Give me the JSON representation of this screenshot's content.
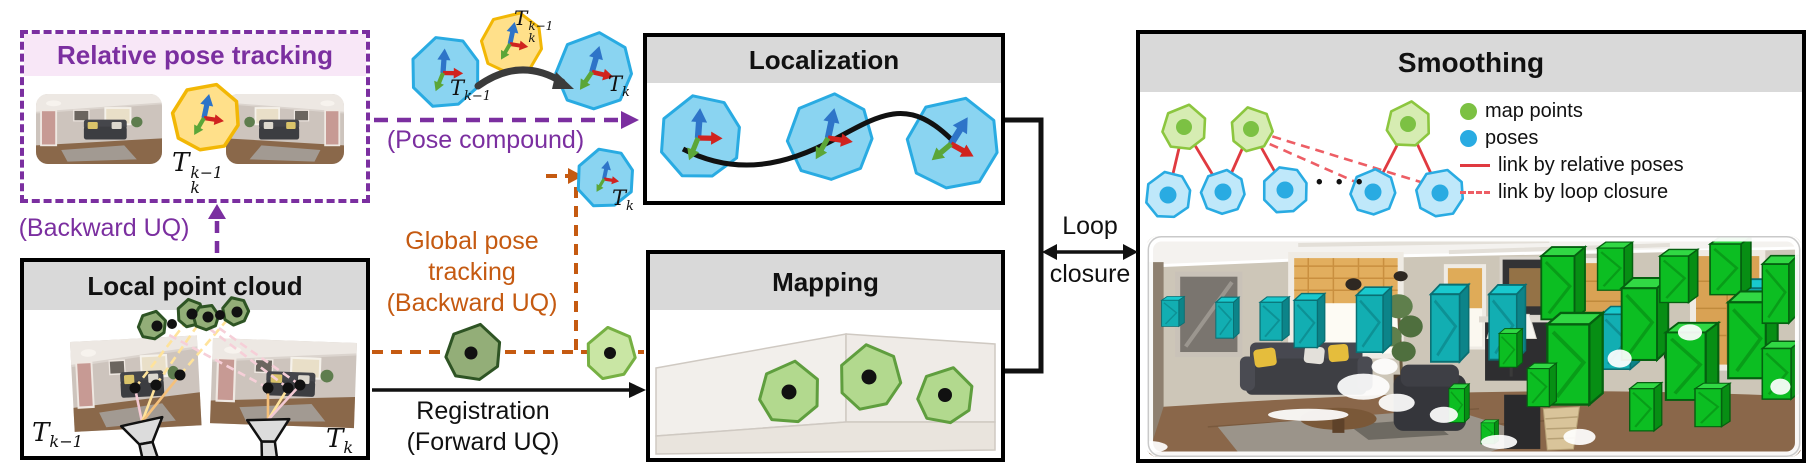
{
  "palette": {
    "purple": "#7B2FA0",
    "purple_header_bg": "#F8E7F7",
    "orange": "#C55A11",
    "header_gray": "#D9D9D9",
    "pose_blue_fill": "#8AD4F1",
    "pose_blue_stroke": "#29ABE2",
    "yellow_fill": "#FFE08A",
    "yellow_stroke": "#F2B705",
    "map_green_fill": "#B2D98E",
    "map_green_stroke": "#5F9E3E",
    "dark_green_fill": "#93AE78",
    "dark_green_stroke": "#2E5424",
    "link_red_solid": "#E03A40",
    "link_red_dashed": "#ED5E65",
    "arrow_blue": "#2E74C8",
    "arrow_red": "#D0231F",
    "arrow_green": "#5BA638"
  },
  "boxes": {
    "relative_pose_tracking": {
      "title": "Relative pose tracking"
    },
    "local_point_cloud": {
      "title": "Local point cloud"
    },
    "localization": {
      "title": "Localization"
    },
    "mapping": {
      "title": "Mapping"
    },
    "smoothing": {
      "title": "Smoothing"
    }
  },
  "labels": {
    "backward_uq": "(Backward UQ)",
    "pose_compound": "(Pose compound)",
    "global_pose_tracking": {
      "line1": "Global pose",
      "line2": "tracking",
      "line3": "(Backward UQ)"
    },
    "registration": {
      "line1": "Registration",
      "line2": "(Forward UQ)"
    },
    "loop_closure": {
      "line1": "Loop",
      "line2": "closure"
    }
  },
  "math": {
    "T_rel": {
      "base": "T",
      "sub": "k",
      "sup": "k−1"
    },
    "T_prev": {
      "base": "T",
      "sub": "k−1"
    },
    "T_curr": {
      "base": "T",
      "sub": "k"
    }
  },
  "smoothing_graph": {
    "ellipsis": "• • •"
  },
  "legend": {
    "items": [
      {
        "label": "map points"
      },
      {
        "label": "poses"
      },
      {
        "label": "link by relative poses"
      },
      {
        "label": "link by loop closure"
      }
    ]
  }
}
